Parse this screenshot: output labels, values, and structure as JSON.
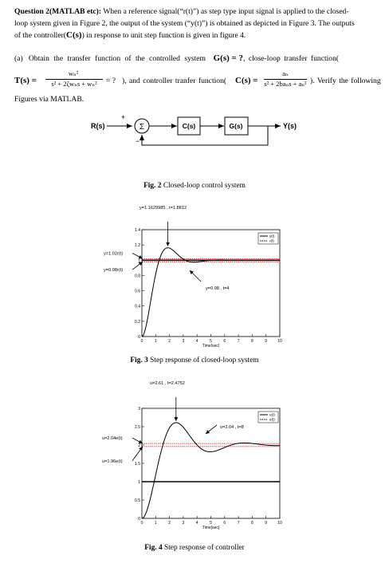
{
  "question": {
    "heading": "Question 2(MATLAB etc):",
    "line1": "When a reference signal(“r(t)”) as step type input signal is applied to the closed-",
    "line2": "loop system given in Figure 2, the output of the system (“y(t)”) is obtained as depicted in Figure 3. The outputs",
    "line3a": "of the controller(",
    "line3_math": "C(s)",
    "line3b": ") in response to unit step function is given in figure 4."
  },
  "part_a": {
    "label": "(a)",
    "text1": "Obtain the transfer function of the controlled system",
    "gs": "G(s) = ?",
    "text2": ", close-loop transfer function(",
    "ts": "T(s) =",
    "t_num": "wₙ²",
    "t_den": "s² + 2ζwₙs + wₙ²",
    "t_rest": "= ?",
    "text3": "), and controller tranfer function(",
    "cs": "C(s) =",
    "c_num": "aₙ",
    "c_den": "s² + 2baₙs + aₙ²",
    "text4": "). Verify the following",
    "text5": "Figures via MATLAB."
  },
  "fig2": {
    "caption_bold": "Fig. 2",
    "caption_text": "Closed-loop control system",
    "r_label": "R(s)",
    "plus": "+",
    "minus": "−",
    "sum": "Σ",
    "c_block": "C(s)",
    "g_block": "G(s)",
    "y_label": "Y(s)"
  },
  "fig3": {
    "caption_bold": "Fig. 3",
    "caption_text": "Step response of closed-loop system",
    "peak_annot": "y=1.1629985 , t=1.8812",
    "upper_annot": "y=1.02r(t)",
    "lower_annot": "y=0.98r(t)",
    "settle_annot": "y=0.98 , t=4",
    "xlabel": "Time[sec]",
    "legend": [
      "y(t)",
      "r(t)"
    ],
    "colors": {
      "response": "#000000",
      "band": "#d40000"
    }
  },
  "fig4": {
    "caption_bold": "Fig. 4",
    "caption_text": "Step response of controller",
    "peak_annot": "u=2.61 , t=2.4752",
    "upper_annot": "u=2.04e(t)",
    "lower_annot": "u=1.96e(t)",
    "settle_annot": "u=2.04 , t=8",
    "xlabel": "Time[sec]",
    "legend": [
      "u(t)",
      "e(t)"
    ],
    "colors": {
      "response": "#000000",
      "band": "#d40000"
    }
  },
  "chart_data": [
    {
      "type": "line",
      "xlabel": "Time[sec]",
      "xlim": [
        0,
        10
      ],
      "ylim": [
        0,
        1.4
      ],
      "xticks": [
        "0",
        "1",
        "2",
        "3",
        "4",
        "5",
        "6",
        "7",
        "8",
        "9",
        "10"
      ],
      "yticks": [
        "0",
        "0.2",
        "0.4",
        "0.6",
        "0.8",
        "1",
        "1.2",
        "1.4"
      ],
      "legend_position": "top-right",
      "series": [
        {
          "name": "y(t)",
          "style": "second-order step response",
          "peak": [
            1.8812,
            1.1629985
          ],
          "final": 1.0
        },
        {
          "name": "r(t)",
          "style": "unit step",
          "value": 1.0
        }
      ],
      "bands": [
        1.02,
        0.98
      ]
    },
    {
      "type": "line",
      "xlabel": "Time[sec]",
      "xlim": [
        0,
        10
      ],
      "ylim": [
        0,
        3
      ],
      "xticks": [
        "0",
        "1",
        "2",
        "3",
        "4",
        "5",
        "6",
        "7",
        "8",
        "9",
        "10"
      ],
      "yticks": [
        "0",
        "0.5",
        "1",
        "1.5",
        "2",
        "2.5",
        "3"
      ],
      "legend_position": "top-right",
      "series": [
        {
          "name": "u(t)",
          "style": "second-order step response",
          "peak": [
            2.4752,
            2.61
          ],
          "final": 2.0
        },
        {
          "name": "e(t)",
          "style": "unit step",
          "value": 1.0
        }
      ],
      "bands": [
        2.04,
        1.96
      ]
    }
  ]
}
